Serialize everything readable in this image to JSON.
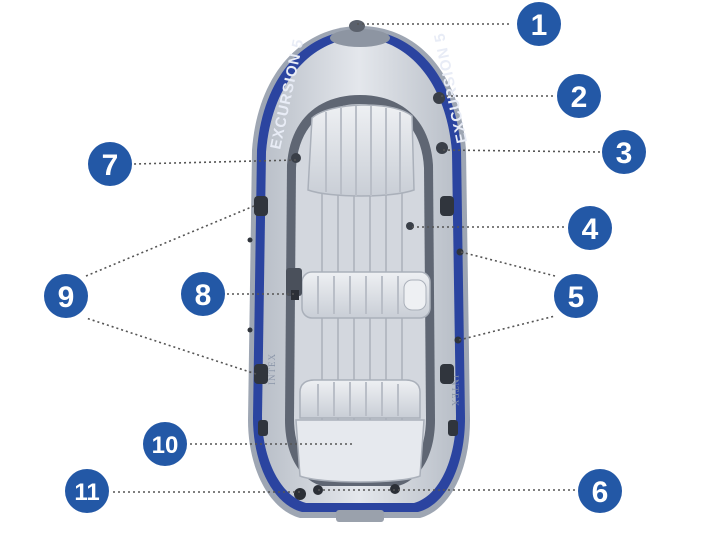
{
  "colors": {
    "badge": "#2358a6",
    "badge_text": "#ffffff",
    "leader_line": "#555555",
    "hull_blue": "#2b44a0",
    "hull_light": "#cfd4dc",
    "floor": "#d9dde3"
  },
  "hull_lettering": {
    "left": "EXCURSION 5",
    "right": "EXCURSION 5",
    "logo": "INTEX"
  },
  "callouts": [
    {
      "id": "1",
      "label": "1"
    },
    {
      "id": "2",
      "label": "2"
    },
    {
      "id": "3",
      "label": "3"
    },
    {
      "id": "4",
      "label": "4"
    },
    {
      "id": "5",
      "label": "5"
    },
    {
      "id": "6",
      "label": "6"
    },
    {
      "id": "7",
      "label": "7"
    },
    {
      "id": "8",
      "label": "8"
    },
    {
      "id": "9",
      "label": "9"
    },
    {
      "id": "10",
      "label": "10"
    },
    {
      "id": "11",
      "label": "11"
    }
  ]
}
